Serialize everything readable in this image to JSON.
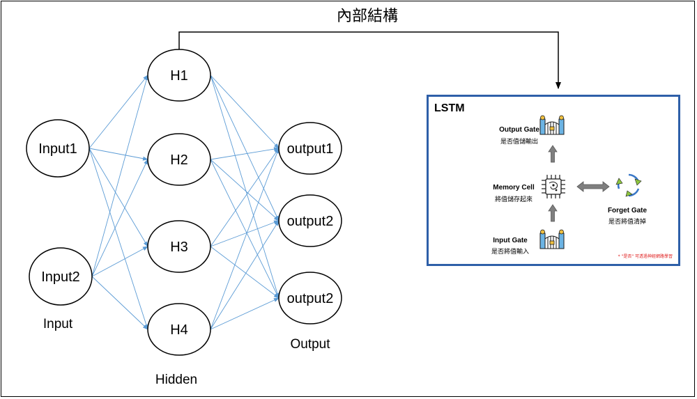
{
  "title": "內部結構",
  "network": {
    "inputs": [
      "Input1",
      "Input2"
    ],
    "hidden": [
      "H1",
      "H2",
      "H3",
      "H4"
    ],
    "outputs": [
      "output1",
      "output2",
      "output2"
    ],
    "captions": {
      "input": "Input",
      "hidden": "Hidden",
      "output": "Output"
    }
  },
  "lstm": {
    "title": "LSTM",
    "output_gate": {
      "label": "Output Gate",
      "sub": "是否值儲輸出"
    },
    "memory_cell": {
      "label": "Memory Cell",
      "sub": "將值儲存起來"
    },
    "input_gate": {
      "label": "Input Gate",
      "sub": "是否將值輸入"
    },
    "forget_gate": {
      "label": "Forget Gate",
      "sub": "是否將值清掉"
    },
    "note": "* \"是否\" 可透過神經網路學習"
  },
  "colors": {
    "edge": "#5b9bd5",
    "lstm_border": "#2e5fa8",
    "gate_blue": "#6cb4e4",
    "gate_gold": "#f0c040",
    "arrow_gray": "#7f7f7f",
    "cycle_blue": "#3a78c8",
    "cycle_green": "#8ec63f",
    "note_red": "#e02020"
  },
  "icons": [
    "gate-icon",
    "chip-icon",
    "recycle-icon",
    "up-arrow-icon",
    "double-arrow-icon"
  ]
}
